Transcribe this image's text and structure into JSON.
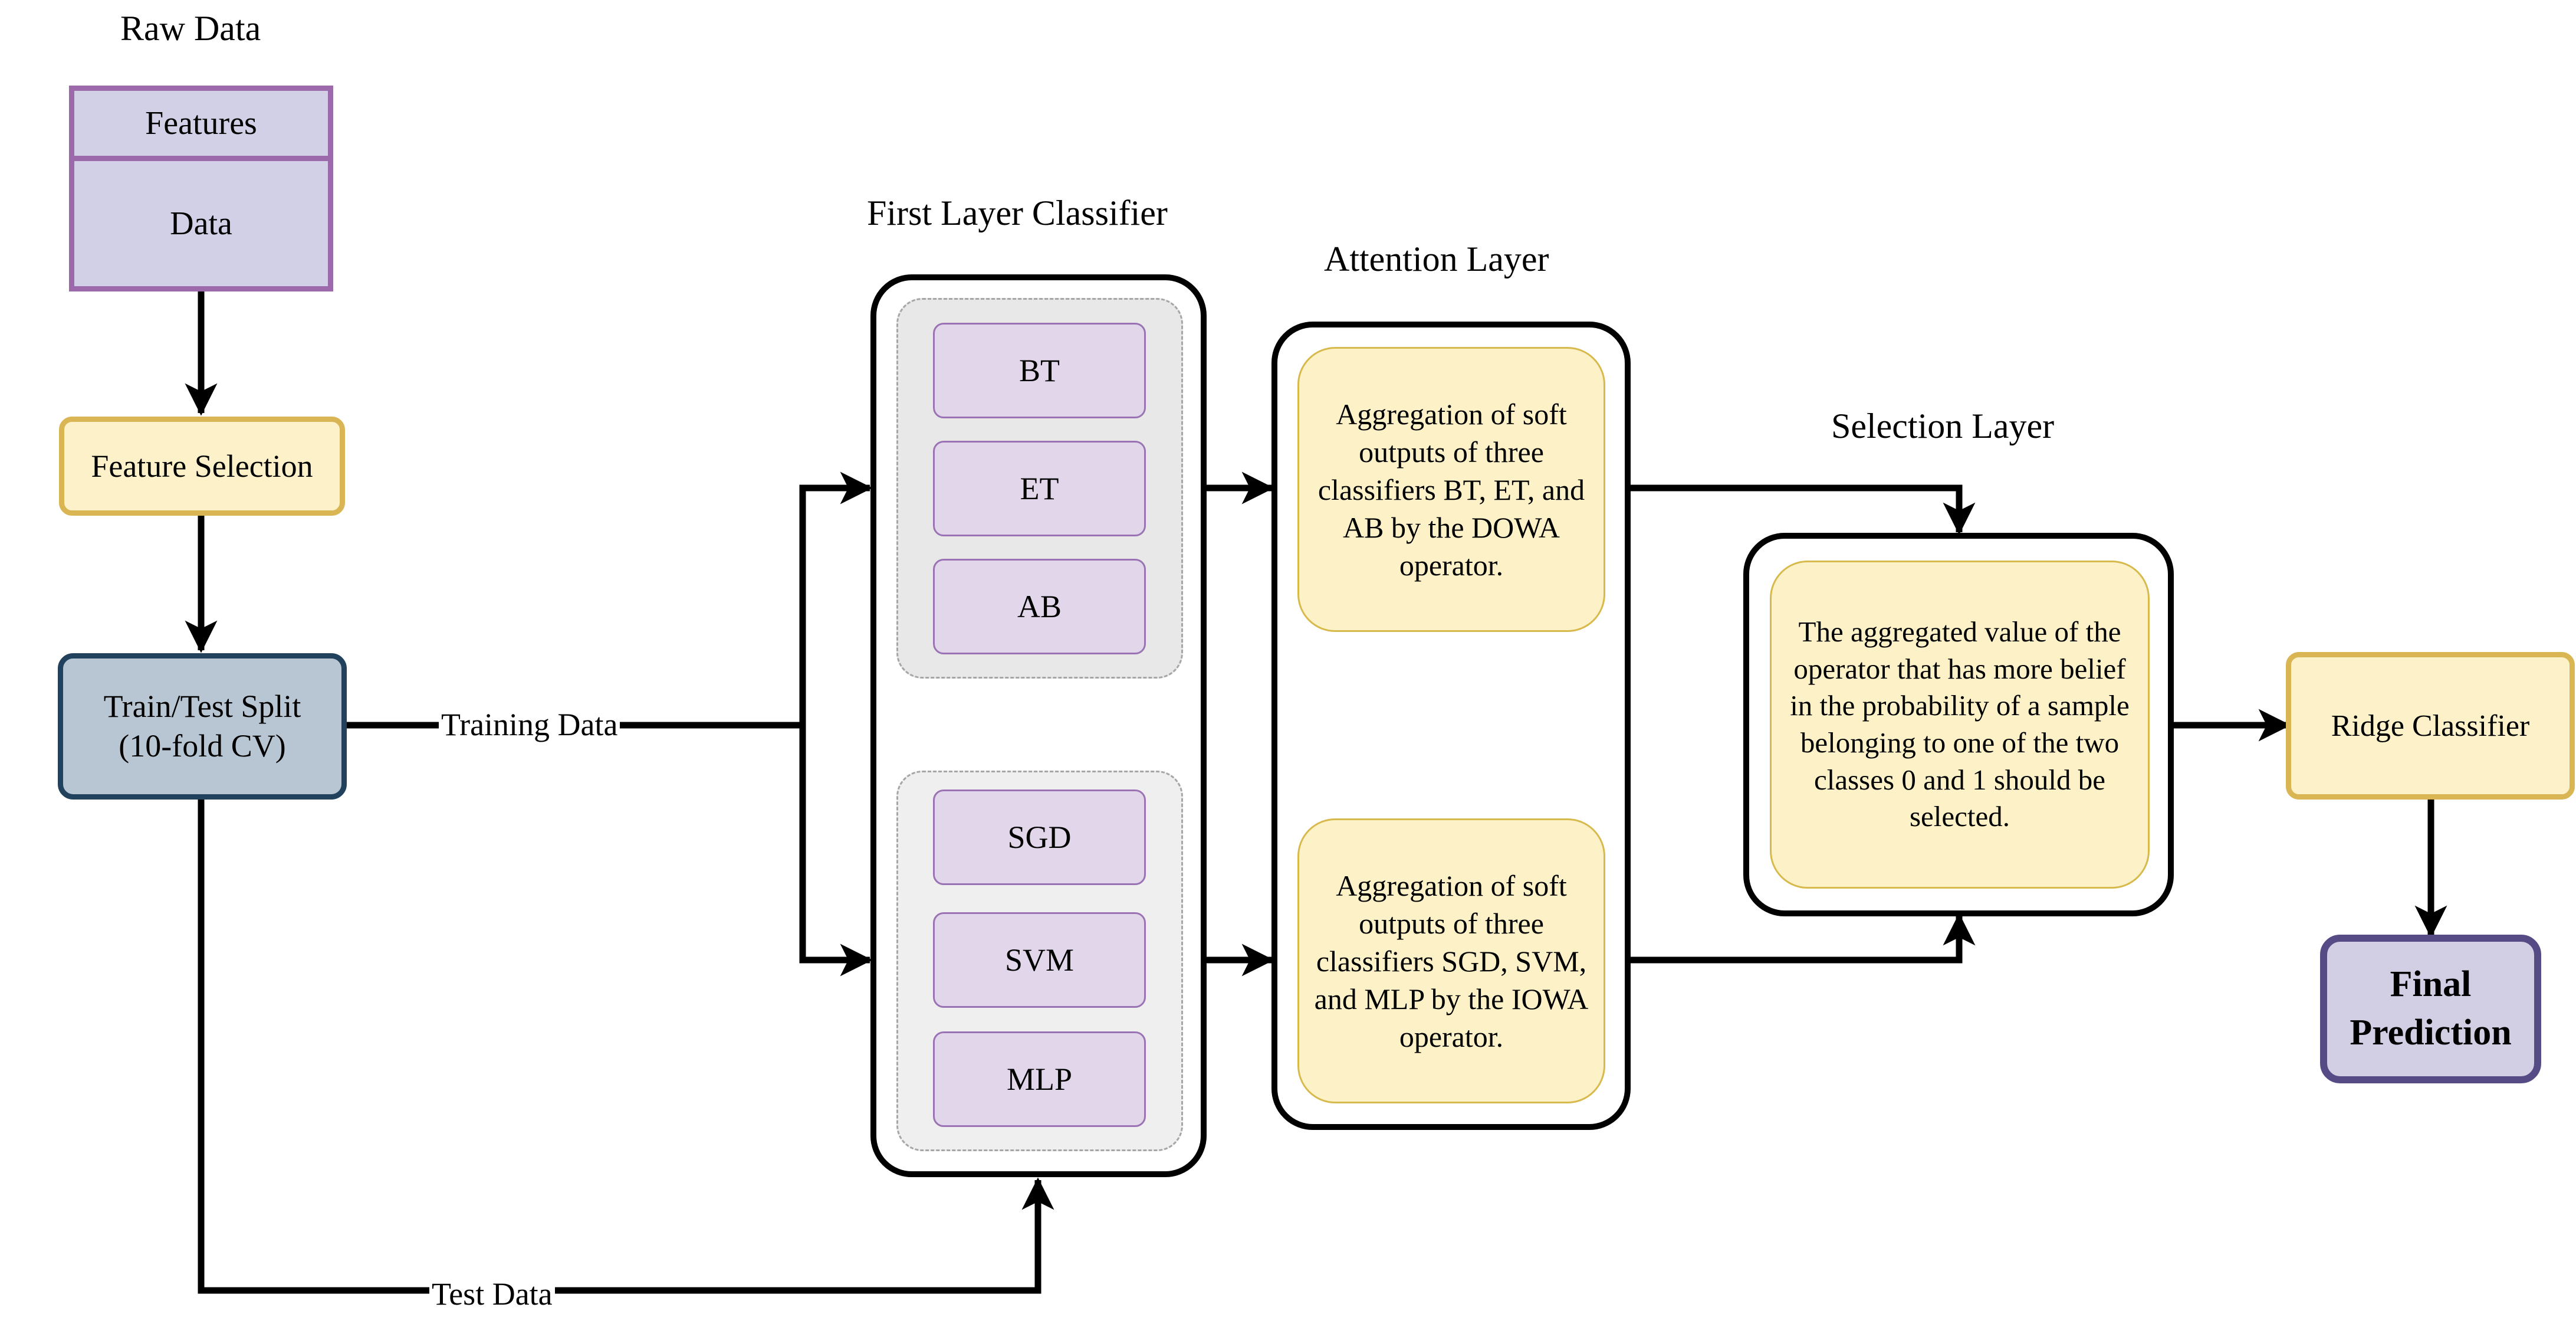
{
  "titles": {
    "raw_data": "Raw Data",
    "first_layer": "First Layer Classifier",
    "attention_layer": "Attention Layer",
    "selection_layer": "Selection Layer"
  },
  "raw_data_table": {
    "header": "Features",
    "body": "Data"
  },
  "feature_selection": "Feature Selection",
  "train_test_split": "Train/Test Split\n(10-fold CV)",
  "edge_labels": {
    "training": "Training Data",
    "test": "Test Data"
  },
  "classifiers": {
    "group_top": [
      "BT",
      "ET",
      "AB"
    ],
    "group_bottom": [
      "SGD",
      "SVM",
      "MLP"
    ]
  },
  "attention": {
    "top": "Aggregation of soft outputs of three classifiers BT, ET, and AB by the DOWA operator.",
    "bottom": "Aggregation of soft outputs of three classifiers SGD, SVM, and MLP by the IOWA operator."
  },
  "selection_text": "The aggregated value of the operator that has more belief in the probability of a sample belonging to one of the two classes 0 and 1 should be selected.",
  "ridge_classifier": "Ridge Classifier",
  "final_prediction": "Final\nPrediction",
  "colors": {
    "raw_fill": "#d2d0e6",
    "raw_border": "#9c6aaa",
    "yellow_fill": "#fcf1c8",
    "yellow_border": "#d9b653",
    "split_fill": "#b8c6d3",
    "split_border": "#21415c",
    "classifier_fill": "#e2d6ea",
    "classifier_border": "#9b73b5",
    "final_fill": "#d2cfe5",
    "final_border": "#574b85",
    "line": "#000000"
  }
}
